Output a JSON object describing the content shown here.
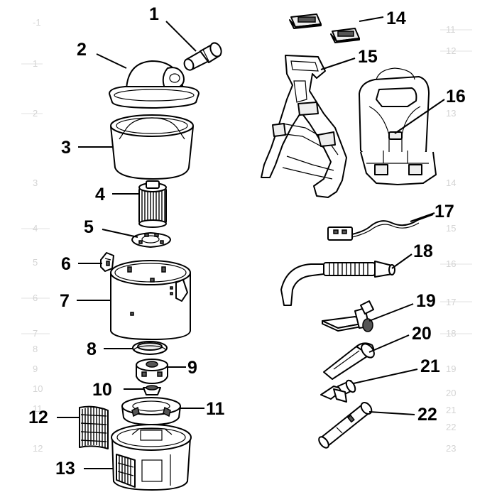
{
  "diagram": {
    "parts": [
      {
        "number": "1",
        "name": "hose adapter"
      },
      {
        "number": "2",
        "name": "lid"
      },
      {
        "number": "3",
        "name": "filter basket"
      },
      {
        "number": "4",
        "name": "cartridge filter"
      },
      {
        "number": "5",
        "name": "filter plate"
      },
      {
        "number": "6",
        "name": "latch"
      },
      {
        "number": "7",
        "name": "canister"
      },
      {
        "number": "8",
        "name": "seal ring"
      },
      {
        "number": "9",
        "name": "motor"
      },
      {
        "number": "10",
        "name": "fan"
      },
      {
        "number": "11",
        "name": "motor housing"
      },
      {
        "number": "12",
        "name": "exhaust filter"
      },
      {
        "number": "13",
        "name": "base housing"
      },
      {
        "number": "14",
        "name": "buckles"
      },
      {
        "number": "15",
        "name": "backpack frame"
      },
      {
        "number": "16",
        "name": "harness"
      },
      {
        "number": "17",
        "name": "power cord"
      },
      {
        "number": "18",
        "name": "hose"
      },
      {
        "number": "19",
        "name": "floor tool"
      },
      {
        "number": "20",
        "name": "crevice tool"
      },
      {
        "number": "21",
        "name": "upholstery tool"
      },
      {
        "number": "22",
        "name": "extension wand"
      }
    ]
  },
  "background_numbers": {
    "left_column": [
      "-1",
      "1",
      "2",
      "3",
      "4",
      "5",
      "6",
      "7",
      "8",
      "9",
      "10",
      "11",
      "12"
    ],
    "right_column": [
      "11",
      "12",
      "13",
      "14",
      "15",
      "16",
      "17",
      "18",
      "19",
      "20",
      "21",
      "22",
      "23"
    ]
  },
  "colors": {
    "line": "#000000",
    "faded_text": "#d4d4d4",
    "background": "#ffffff"
  }
}
